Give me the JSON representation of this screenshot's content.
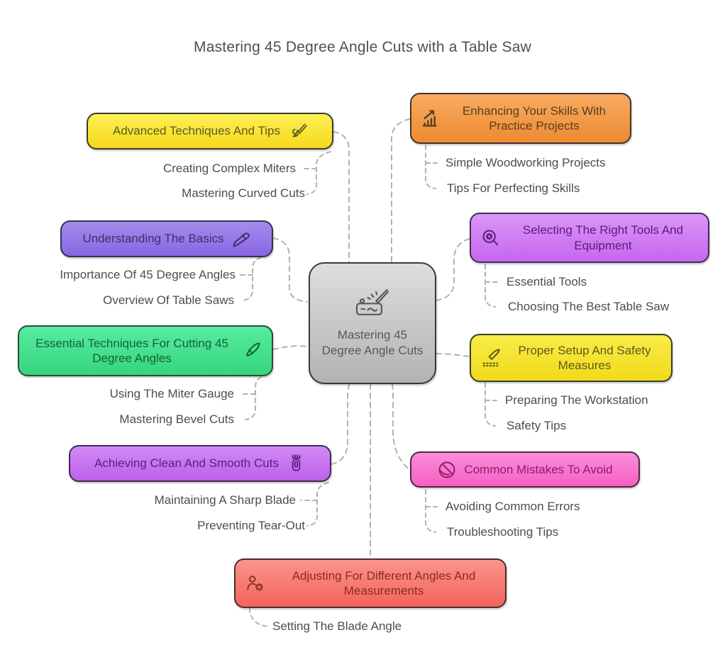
{
  "title": "Mastering 45 Degree Angle Cuts with a Table Saw",
  "connector_color": "#b2b2b2",
  "center": {
    "label": "Mastering 45 Degree Angle Cuts",
    "icon": "engraving-tool-icon",
    "colors": {
      "from": "#dedede",
      "to": "#b3b3b3",
      "border": "#3a3a3a",
      "text": "#5a5a5a"
    }
  },
  "nodes": [
    {
      "id": "advanced-techniques",
      "label": "Advanced Techniques And Tips",
      "icon": "paintbrush-icon",
      "colors": {
        "from": "#fdef55",
        "to": "#f6d91c",
        "border": "#3c3c2b",
        "text": "#5f5a1f"
      },
      "children": [
        "Creating Complex Miters",
        "Mastering Curved Cuts"
      ]
    },
    {
      "id": "enhancing-skills",
      "label": "Enhancing Your Skills With Practice Projects",
      "icon": "growth-chart-icon",
      "colors": {
        "from": "#f7ab61",
        "to": "#ee8a31",
        "border": "#40342a",
        "text": "#543f20"
      },
      "children": [
        "Simple Woodworking Projects",
        "Tips For Perfecting Skills"
      ]
    },
    {
      "id": "understanding-basics",
      "label": "Understanding The Basics",
      "icon": "chisel-icon",
      "colors": {
        "from": "#a78ced",
        "to": "#8765e2",
        "border": "#36304e",
        "text": "#3c2f6b"
      },
      "children": [
        "Importance Of 45 Degree Angles",
        "Overview Of Table Saws"
      ]
    },
    {
      "id": "selecting-tools",
      "label": "Selecting The Right Tools And Equipment",
      "icon": "gear-magnifier-icon",
      "colors": {
        "from": "#dc95f7",
        "to": "#c566ee",
        "border": "#3e2f50",
        "text": "#571e77"
      },
      "children": [
        "Essential Tools",
        "Choosing The Best Table Saw"
      ]
    },
    {
      "id": "essential-techniques",
      "label": "Essential Techniques For Cutting 45 Degree Angles",
      "icon": "scalpel-icon",
      "colors": {
        "from": "#57ec9f",
        "to": "#35d57d",
        "border": "#2d4a39",
        "text": "#17603a"
      },
      "children": [
        "Using The Miter Gauge",
        "Mastering Bevel Cuts"
      ]
    },
    {
      "id": "proper-setup",
      "label": "Proper Setup And Safety Measures",
      "icon": "cutting-line-icon",
      "colors": {
        "from": "#f9ec48",
        "to": "#f2da19",
        "border": "#3c3c2b",
        "text": "#5f5a1f"
      },
      "children": [
        "Preparing The Workstation",
        "Safety Tips"
      ]
    },
    {
      "id": "achieving-clean-cuts",
      "label": "Achieving Clean And Smooth Cuts",
      "icon": "trimmer-icon",
      "colors": {
        "from": "#d089f4",
        "to": "#bd60ec",
        "border": "#3e2f50",
        "text": "#5b1d7e"
      },
      "children": [
        "Maintaining A Sharp Blade",
        "Preventing Tear-Out"
      ]
    },
    {
      "id": "common-mistakes",
      "label": "Common Mistakes To Avoid",
      "icon": "prohibited-icon",
      "colors": {
        "from": "#fa8ed9",
        "to": "#f75fc4",
        "border": "#492a40",
        "text": "#8e1f63"
      },
      "children": [
        "Avoiding Common Errors",
        "Troubleshooting Tips"
      ]
    },
    {
      "id": "adjusting-angles",
      "label": "Adjusting For Different Angles And Measurements",
      "icon": "person-gear-icon",
      "colors": {
        "from": "#f9958a",
        "to": "#f4635a",
        "border": "#492f2b",
        "text": "#8c2a22"
      },
      "children": [
        "Setting The Blade Angle"
      ]
    }
  ]
}
